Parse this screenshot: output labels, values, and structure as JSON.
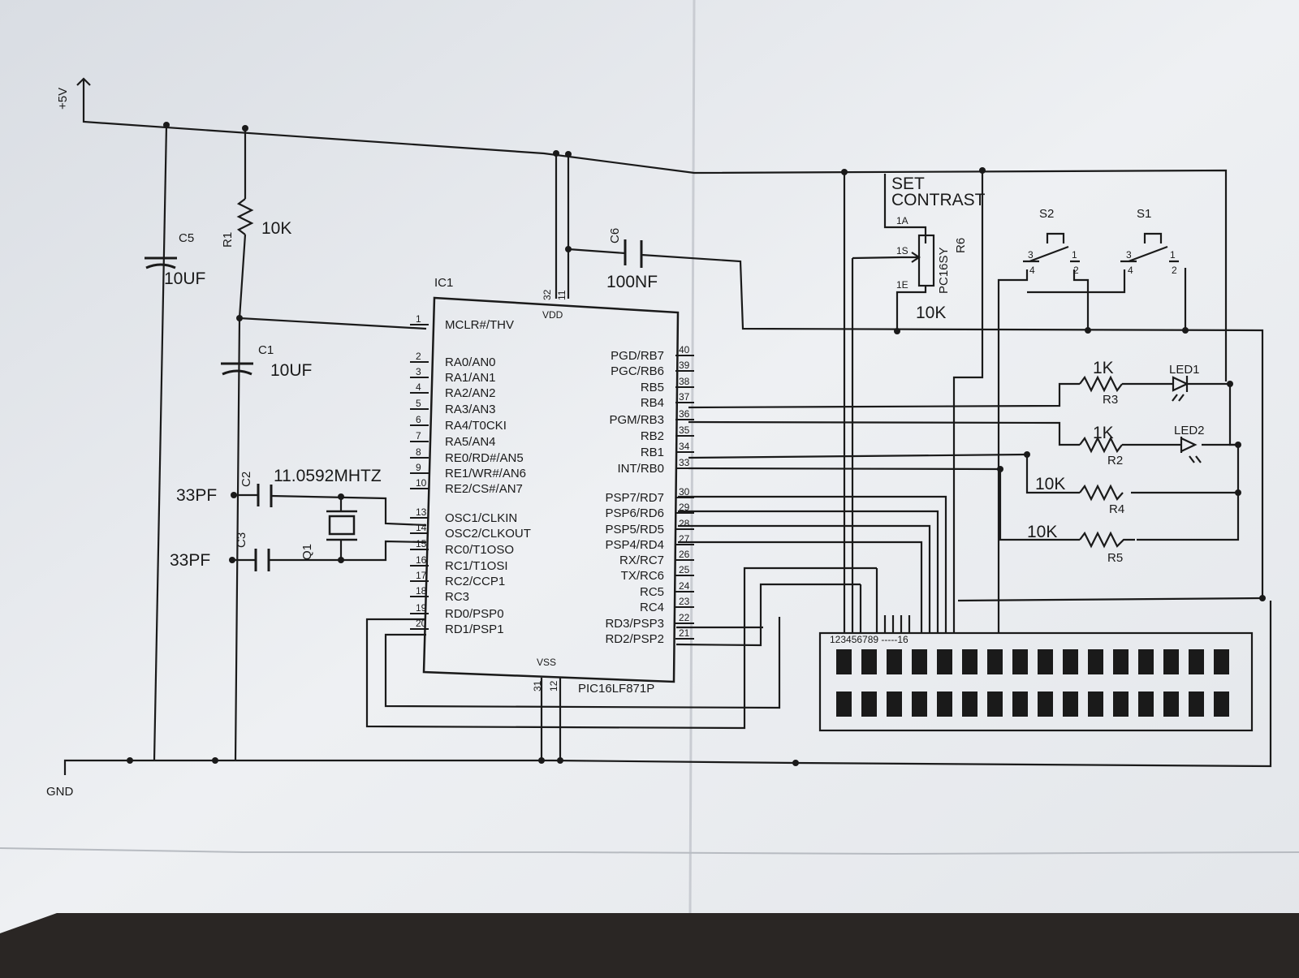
{
  "power": {
    "vcc": "+5V",
    "gnd": "GND"
  },
  "components": {
    "c5": {
      "ref": "C5",
      "value": "10UF"
    },
    "r1": {
      "ref": "R1",
      "value": "10K"
    },
    "c1": {
      "ref": "C1",
      "value": "10UF"
    },
    "c6": {
      "ref": "C6",
      "value": "100NF"
    },
    "c2": {
      "ref": "C2",
      "value": "33PF"
    },
    "c3": {
      "ref": "C3",
      "value": "33PF"
    },
    "q1": {
      "ref": "Q1",
      "value": "11.0592MHTZ"
    },
    "r6": {
      "ref": "R6",
      "part": "PC16SY",
      "value": "10K",
      "note_line1": "SET",
      "note_line2": "CONTRAST",
      "pin_a": "1A",
      "pin_s": "1S",
      "pin_e": "1E"
    },
    "s1": {
      "ref": "S1"
    },
    "s2": {
      "ref": "S2"
    },
    "r3": {
      "ref": "R3",
      "value": "1K"
    },
    "r2": {
      "ref": "R2",
      "value": "1K"
    },
    "r4": {
      "ref": "R4",
      "value": "10K"
    },
    "r5": {
      "ref": "R5",
      "value": "10K"
    },
    "led1": {
      "ref": "LED1"
    },
    "led2": {
      "ref": "LED2"
    }
  },
  "ic": {
    "ref": "IC1",
    "part": "PIC16LF871P",
    "vdd_label": "VDD",
    "vss_label": "VSS",
    "vdd_pins": [
      "32",
      "11"
    ],
    "vss_pins": [
      "31",
      "12"
    ],
    "left_pins": [
      {
        "num": "1",
        "name": "MCLR#/THV"
      },
      {
        "num": "2",
        "name": "RA0/AN0"
      },
      {
        "num": "3",
        "name": "RA1/AN1"
      },
      {
        "num": "4",
        "name": "RA2/AN2"
      },
      {
        "num": "5",
        "name": "RA3/AN3"
      },
      {
        "num": "6",
        "name": "RA4/T0CKI"
      },
      {
        "num": "7",
        "name": "RA5/AN4"
      },
      {
        "num": "8",
        "name": "RE0/RD#/AN5"
      },
      {
        "num": "9",
        "name": "RE1/WR#/AN6"
      },
      {
        "num": "10",
        "name": "RE2/CS#/AN7"
      },
      {
        "num": "13",
        "name": "OSC1/CLKIN"
      },
      {
        "num": "14",
        "name": "OSC2/CLKOUT"
      },
      {
        "num": "15",
        "name": "RC0/T1OSO"
      },
      {
        "num": "16",
        "name": "RC1/T1OSI"
      },
      {
        "num": "17",
        "name": "RC2/CCP1"
      },
      {
        "num": "18",
        "name": "RC3"
      },
      {
        "num": "19",
        "name": "RD0/PSP0"
      },
      {
        "num": "20",
        "name": "RD1/PSP1"
      }
    ],
    "right_pins": [
      {
        "num": "40",
        "name": "PGD/RB7"
      },
      {
        "num": "39",
        "name": "PGC/RB6"
      },
      {
        "num": "38",
        "name": "RB5"
      },
      {
        "num": "37",
        "name": "RB4"
      },
      {
        "num": "36",
        "name": "PGM/RB3"
      },
      {
        "num": "35",
        "name": "RB2"
      },
      {
        "num": "34",
        "name": "RB1"
      },
      {
        "num": "33",
        "name": "INT/RB0"
      },
      {
        "num": "30",
        "name": "PSP7/RD7"
      },
      {
        "num": "29",
        "name": "PSP6/RD6"
      },
      {
        "num": "28",
        "name": "PSP5/RD5"
      },
      {
        "num": "27",
        "name": "PSP4/RD4"
      },
      {
        "num": "26",
        "name": "RX/RC7"
      },
      {
        "num": "25",
        "name": "TX/RC6"
      },
      {
        "num": "24",
        "name": "RC5"
      },
      {
        "num": "23",
        "name": "RC4"
      },
      {
        "num": "22",
        "name": "RD3/PSP3"
      },
      {
        "num": "21",
        "name": "RD2/PSP2"
      }
    ]
  },
  "lcd": {
    "pin_label": "123456789 -----16",
    "columns": 16,
    "rows": 2
  },
  "colors": {
    "paper": "#eceef1",
    "ink": "#1a1a1a",
    "background": "#2a2624"
  }
}
